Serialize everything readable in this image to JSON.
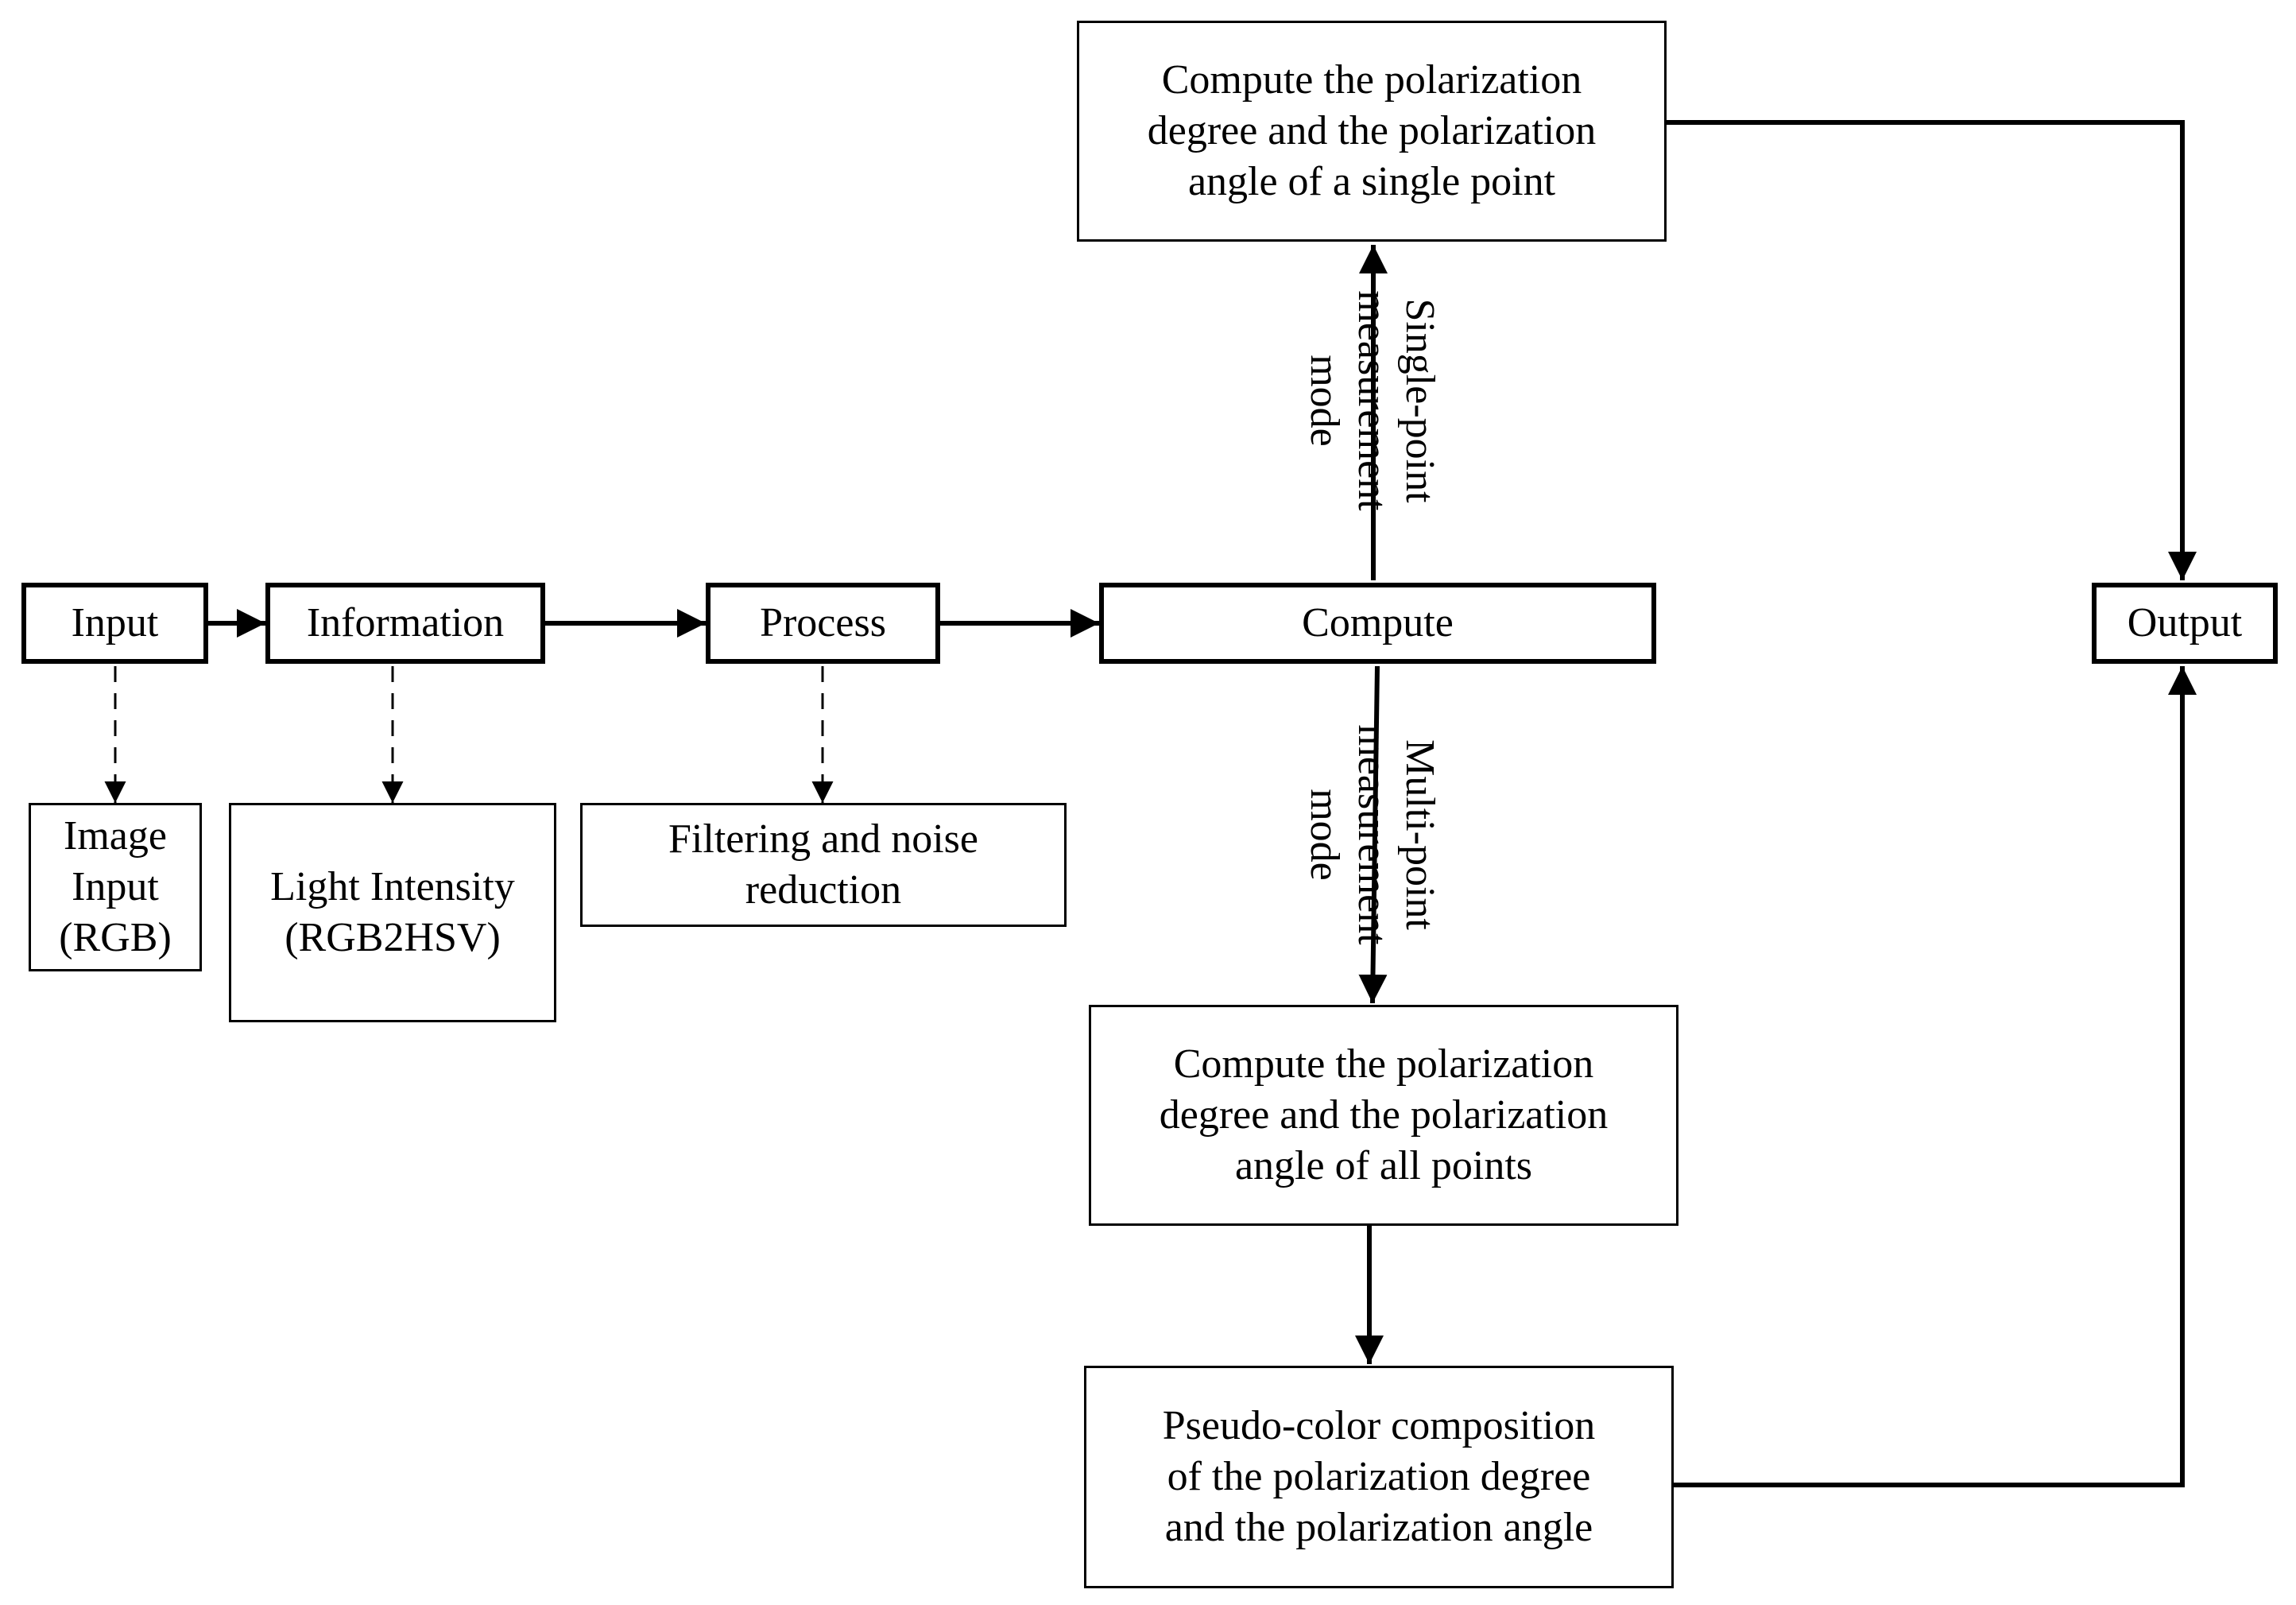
{
  "nodes": {
    "input": "Input",
    "information": "Information",
    "process": "Process",
    "compute": "Compute",
    "output": "Output",
    "image_input": [
      "Image",
      "Input",
      "(RGB)"
    ],
    "light_intensity": [
      "Light Intensity",
      "(RGB2HSV)"
    ],
    "filtering": [
      "Filtering and noise",
      "reduction"
    ],
    "single_point_compute": [
      "Compute the polarization",
      "degree and the polarization",
      "angle of a single point"
    ],
    "all_points_compute": [
      "Compute the polarization",
      "degree and the polarization",
      "angle of all points"
    ],
    "pseudo_color": [
      "Pseudo-color composition",
      "of the polarization degree",
      "and the polarization angle"
    ]
  },
  "edge_labels": {
    "single_point_mode": [
      "Single-point",
      "measurement",
      "mode"
    ],
    "multi_point_mode": [
      "Multi-point",
      "measurement",
      "mode"
    ]
  },
  "colors": {
    "line": "#000000",
    "background": "#ffffff"
  }
}
